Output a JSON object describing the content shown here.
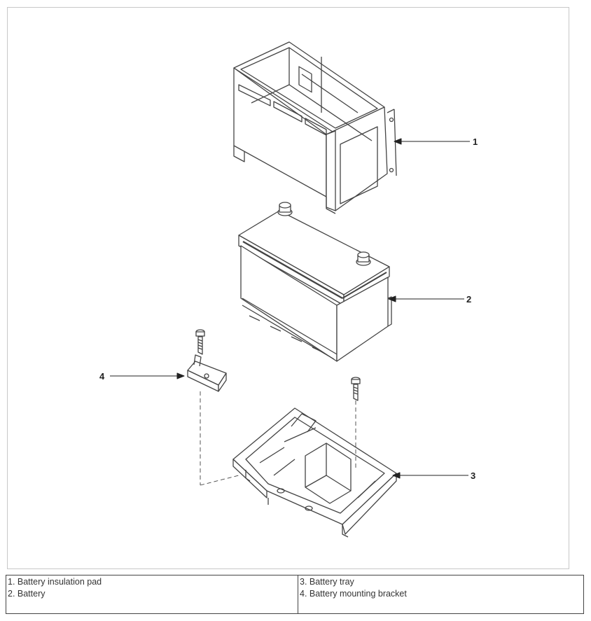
{
  "diagram": {
    "callouts": [
      {
        "id": "1",
        "label": "1"
      },
      {
        "id": "2",
        "label": "2"
      },
      {
        "id": "3",
        "label": "3"
      },
      {
        "id": "4",
        "label": "4"
      }
    ]
  },
  "legend": {
    "left": [
      "1. Battery insulation pad",
      "2. Battery"
    ],
    "right": [
      "3. Battery tray",
      "4. Battery mounting bracket"
    ]
  }
}
